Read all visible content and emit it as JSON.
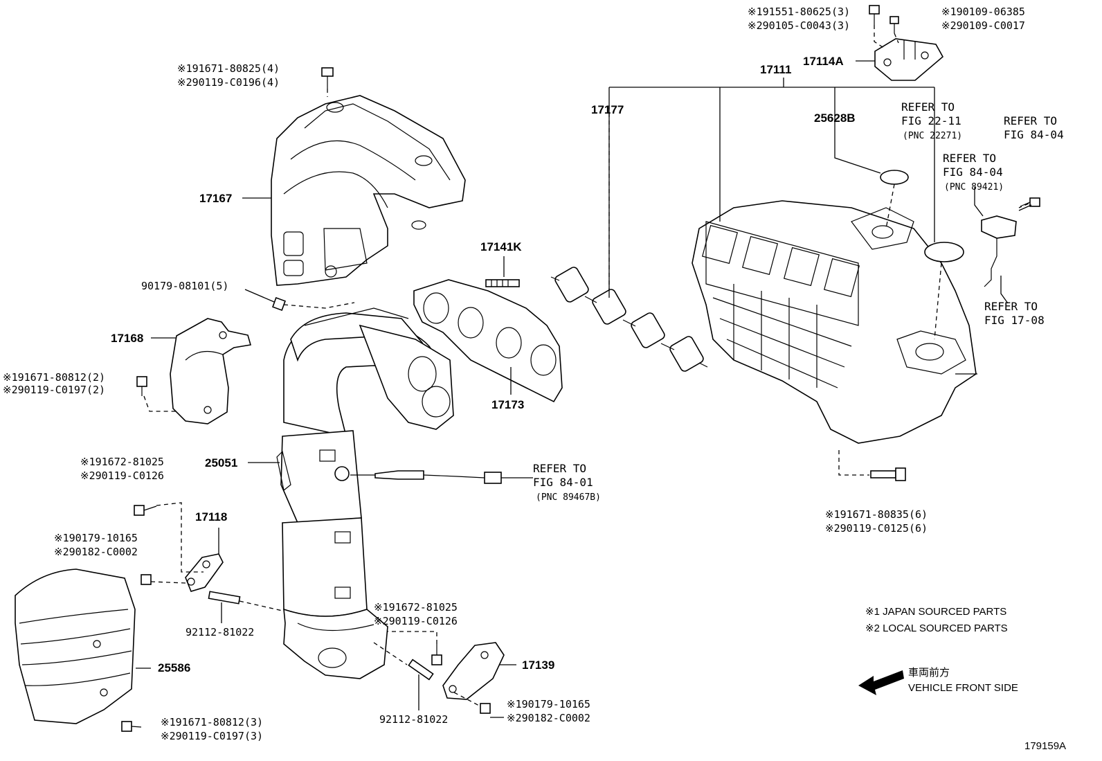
{
  "figure_id": "179159A",
  "legend": {
    "japan": "※1 JAPAN SOURCED PARTS",
    "local": "※2 LOCAL SOURCED PARTS"
  },
  "direction": {
    "jp": "車両前方",
    "en": "VEHICLE FRONT SIDE"
  },
  "parts": {
    "p17167": "17167",
    "p17168": "17168",
    "p25051": "25051",
    "p17118": "17118",
    "p25586": "25586",
    "p17139": "17139",
    "p17141k": "17141K",
    "p17173": "17173",
    "p17177": "17177",
    "p17111": "17111",
    "p17114a": "17114A",
    "p25628b": "25628B"
  },
  "labels": {
    "l1a": "※191551-80625(3)",
    "l1b": "※290105-C0043(3)",
    "l2a": "※190109-06385",
    "l2b": "※290109-C0017",
    "l3a": "※191671-80825(4)",
    "l3b": "※290119-C0196(4)",
    "l4": "90179-08101(5)",
    "l5a": "※191671-80812(2)",
    "l5b": "※290119-C0197(2)",
    "l6a": "※191672-81025",
    "l6b": "※290119-C0126",
    "l7a": "※190179-10165",
    "l7b": "※290182-C0002",
    "l8": "92112-81022",
    "l9a": "※191671-80812(3)",
    "l9b": "※290119-C0197(3)",
    "l10a": "※191672-81025",
    "l10b": "※290119-C0126",
    "l11": "92112-81022",
    "l12a": "※190179-10165",
    "l12b": "※290182-C0002",
    "l13a": "※191671-80835(6)",
    "l13b": "※290119-C0125(6)"
  },
  "refs": {
    "r1a": "REFER TO",
    "r1b": "FIG 22-11",
    "r1c": "(PNC 22271)",
    "r2a": "REFER TO",
    "r2b": "FIG 84-04",
    "r3a": "REFER TO",
    "r3b": "FIG 84-04",
    "r3c": "(PNC 89421)",
    "r4a": "REFER TO",
    "r4b": "FIG 17-08",
    "r5a": "REFER TO",
    "r5b": "FIG 84-01",
    "r5c": "(PNC 89467B)"
  }
}
